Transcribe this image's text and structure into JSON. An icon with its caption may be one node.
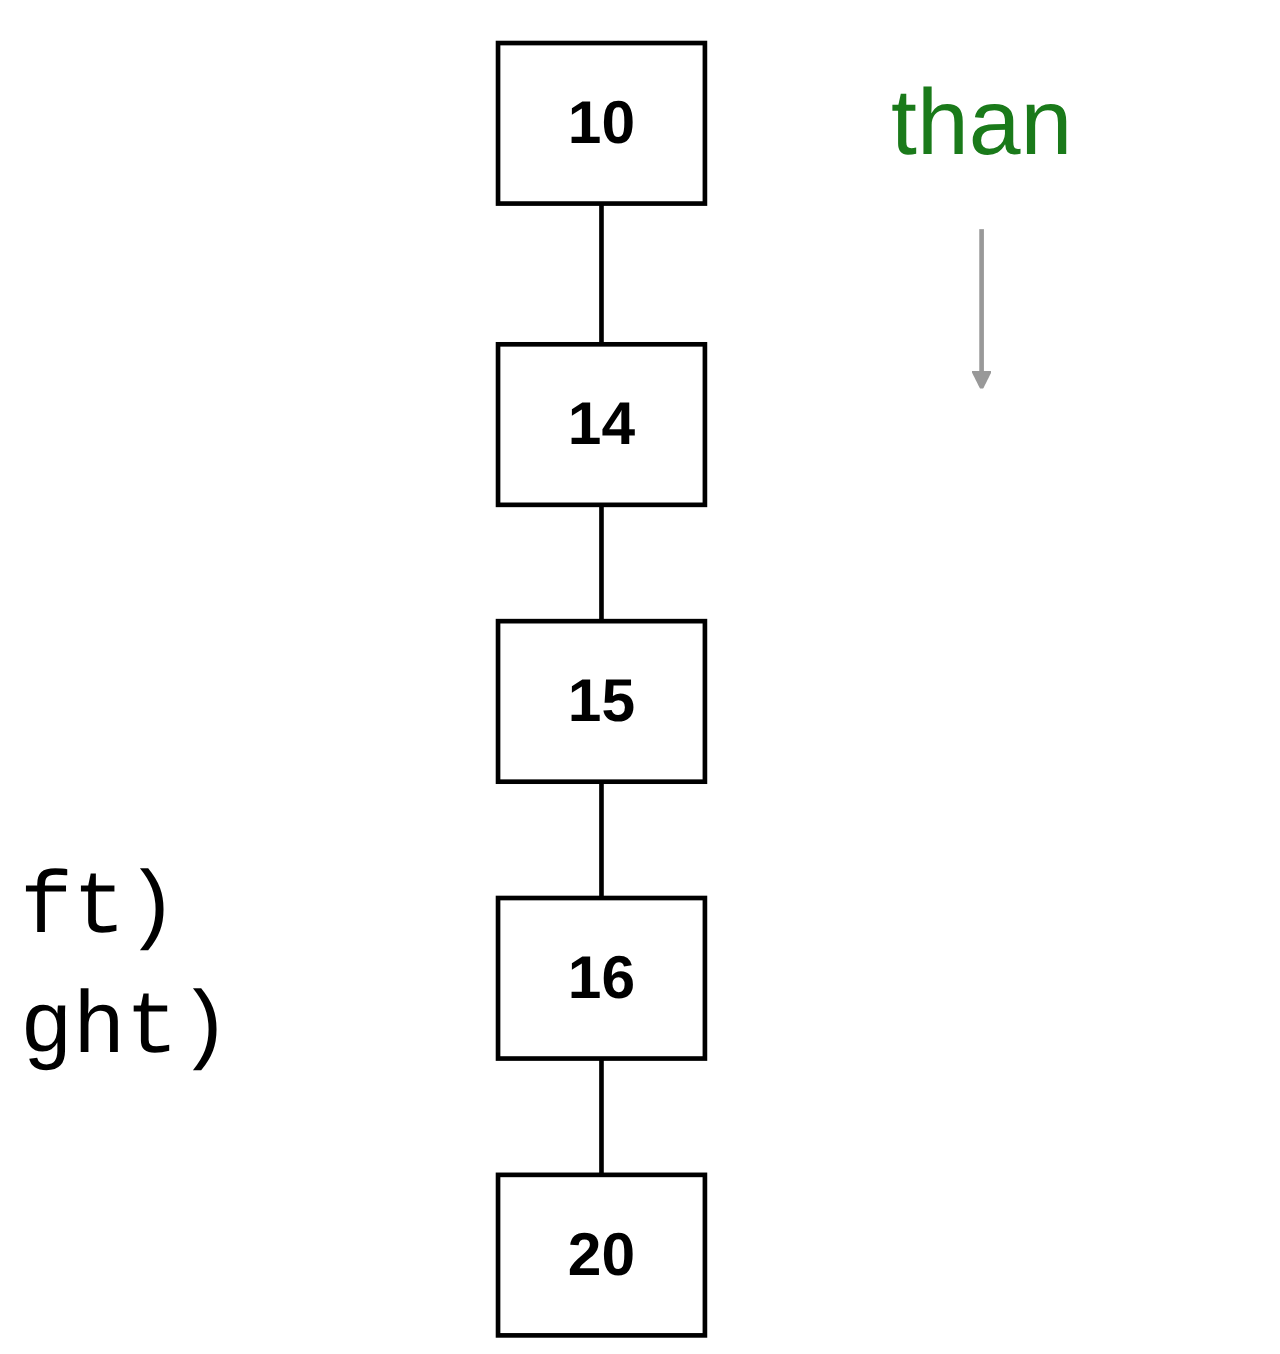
{
  "diagram": {
    "nodes": [
      {
        "text": [
          "10"
        ]
      },
      {
        "text": [
          "14"
        ]
      },
      {
        "text": [
          "15"
        ]
      },
      {
        "text": [
          "16"
        ]
      },
      {
        "text": [
          "20"
        ]
      },
      {
        "text": [
          "than"
        ]
      }
    ],
    "edges": [
      {
        "from": 0,
        "to": 1,
        "arrow": "none"
      },
      {
        "from": 1,
        "to": 2,
        "arrow": "none"
      },
      {
        "from": 2,
        "to": 3,
        "arrow": "none"
      },
      {
        "from": 3,
        "to": 4,
        "arrow": "none"
      },
      {
        "from": 5,
        "to": null,
        "arrow": "to",
        "color": "#999999"
      }
    ],
    "labels": [
      "ft)",
      "ght)"
    ]
  }
}
